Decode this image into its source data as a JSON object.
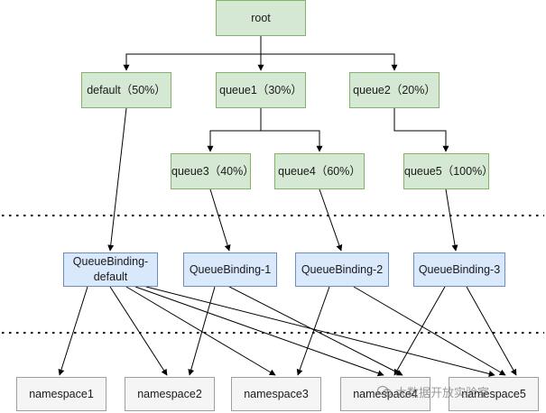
{
  "diagram": {
    "queues": {
      "root": "root",
      "default": "default（50%）",
      "queue1": "queue1（30%）",
      "queue2": "queue2（20%）",
      "queue3": "queue3（40%）",
      "queue4": "queue4（60%）",
      "queue5": "queue5（100%）"
    },
    "bindings": {
      "default": "QueueBinding-\ndefault",
      "b1": "QueueBinding-1",
      "b2": "QueueBinding-2",
      "b3": "QueueBinding-3"
    },
    "namespaces": {
      "ns1": "namespace1",
      "ns2": "namespace2",
      "ns3": "namespace3",
      "ns4": "namespace4",
      "ns5": "namespace5"
    },
    "watermark": "大数据开放实验室"
  },
  "colors": {
    "queue_fill": "#d5e8d4",
    "queue_border": "#82b366",
    "binding_fill": "#dae8fc",
    "binding_border": "#6c8ebf",
    "namespace_fill": "#f5f5f5",
    "namespace_border": "#9e9e9e",
    "line": "#000000"
  },
  "icons": {
    "watermark": "wechat-icon"
  }
}
